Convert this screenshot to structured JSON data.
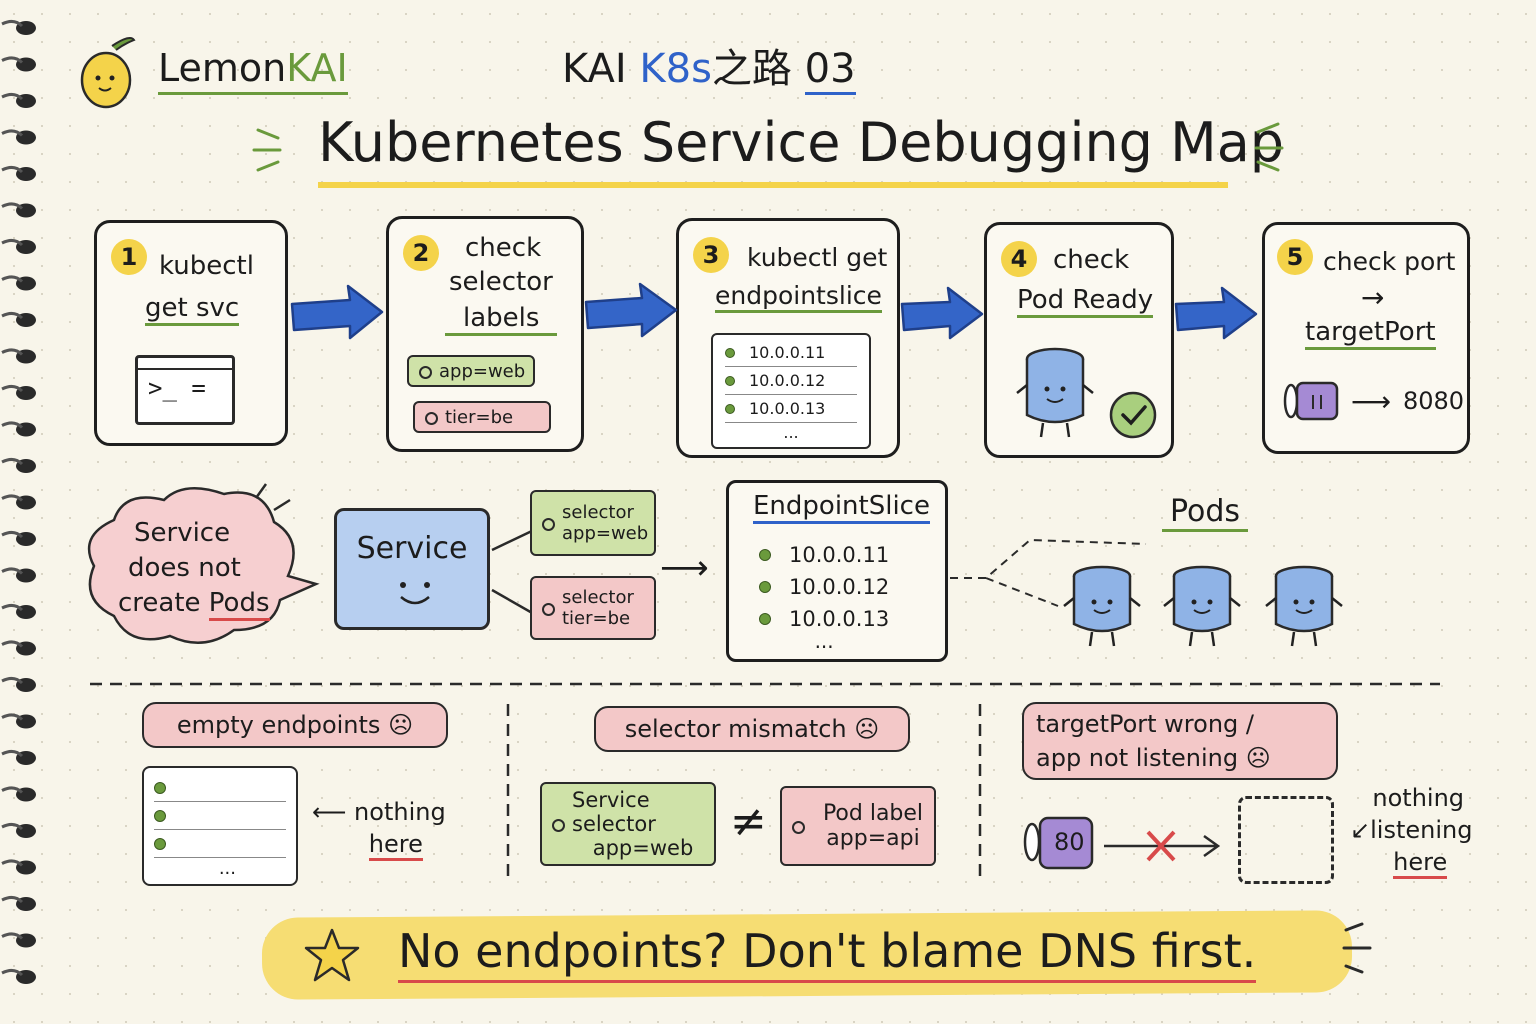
{
  "header": {
    "brand": "LemonKAI",
    "brand_a": "Lemon",
    "brand_b": "KAI",
    "series_a": "KAI ",
    "series_b": "K8s",
    "series_c": "之路 ",
    "series_d": "03",
    "title": "Kubernetes Service Debugging Map"
  },
  "steps": [
    {
      "num": "1",
      "line1": "kubectl",
      "line2": "get svc"
    },
    {
      "num": "2",
      "line1": "check",
      "line2": "selector",
      "line3": "labels",
      "tag1": "app=web",
      "tag2": "tier=be"
    },
    {
      "num": "3",
      "line1": "kubectl get",
      "line2": "endpointslice",
      "ips": [
        "10.0.0.11",
        "10.0.0.12",
        "10.0.0.13"
      ],
      "more": "..."
    },
    {
      "num": "4",
      "line1": "check",
      "line2": "Pod Ready"
    },
    {
      "num": "5",
      "line1": "check port",
      "arrow": "→",
      "line2": "targetPort",
      "port": "8080"
    }
  ],
  "middle": {
    "cloud_line1": "Service",
    "cloud_line2": "does not",
    "cloud_line3a": "create ",
    "cloud_line3b": "Pods",
    "service_label": "Service",
    "selector1_l1": "selector",
    "selector1_l2": "app=web",
    "selector2_l1": "selector",
    "selector2_l2": "tier=be",
    "endpointslice_title": "EndpointSlice",
    "ips": [
      "10.0.0.11",
      "10.0.0.12",
      "10.0.0.13"
    ],
    "more": "...",
    "pods_label": "Pods"
  },
  "problems": {
    "p1_title": "empty endpoints",
    "p1_note1": "nothing",
    "p1_note2": "here",
    "p1_more": "...",
    "p2_title": "selector mismatch",
    "p2_tag1_l1": "Service selector",
    "p2_tag1_l2": "app=web",
    "p2_neq": "≠",
    "p2_tag2_l1": "Pod label",
    "p2_tag2_l2": "app=api",
    "p3_title_l1": "targetPort wrong /",
    "p3_title_l2": "app not listening",
    "p3_port": "80",
    "p3_note1": "nothing",
    "p3_note2": "listening",
    "p3_note3": "here"
  },
  "footer": {
    "tagline": "No endpoints? Don't blame DNS first."
  },
  "colors": {
    "accent_blue": "#2f62c9",
    "green": "#6a9a3c",
    "red": "#d84a4a",
    "yellow": "#f4d34a"
  }
}
